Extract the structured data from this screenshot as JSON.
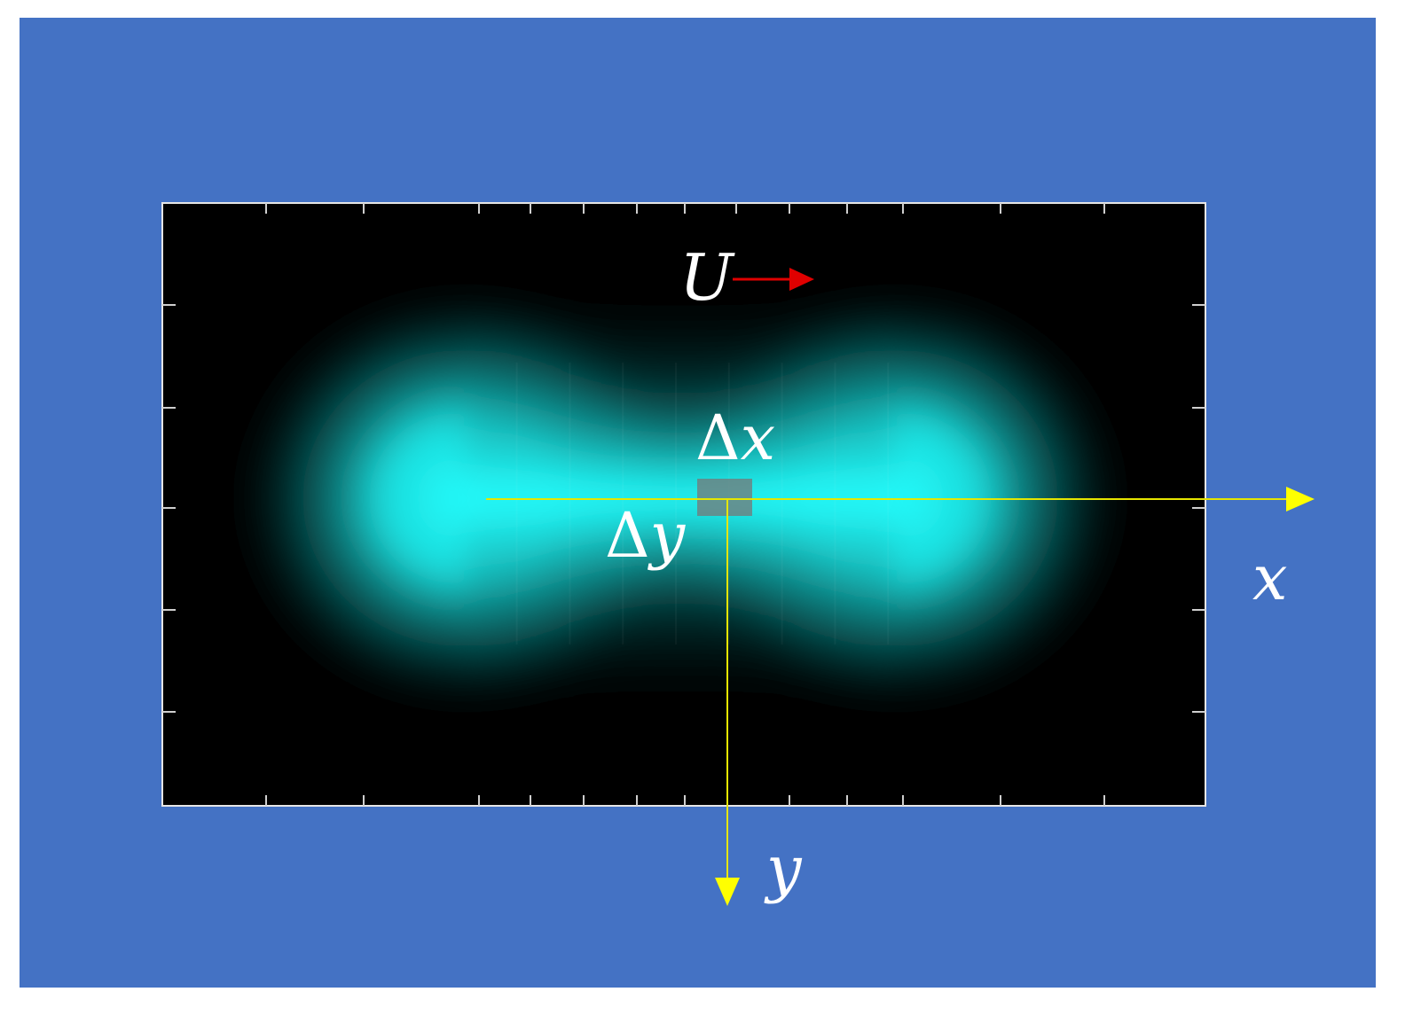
{
  "labels": {
    "velocity": "U",
    "delta_x_symbol": "Δ",
    "delta_x_var": "x",
    "delta_y_symbol": "Δ",
    "delta_y_var": "y",
    "x_axis": "x",
    "y_axis": "y"
  },
  "colors": {
    "background_frame": "#4472c4",
    "panel": "#000000",
    "plume": "#22ffff",
    "axis": "#e6e600",
    "axis_head": "#ffff00",
    "velocity_arrow": "#e00000",
    "cell": "#777777",
    "text": "#ffffff"
  },
  "elements": {
    "plume": "cyan-concentration-plume",
    "cell": "grid-cell",
    "velocity_arrow": "arrow-right",
    "x_axis": "arrow-right",
    "y_axis": "arrow-down"
  }
}
